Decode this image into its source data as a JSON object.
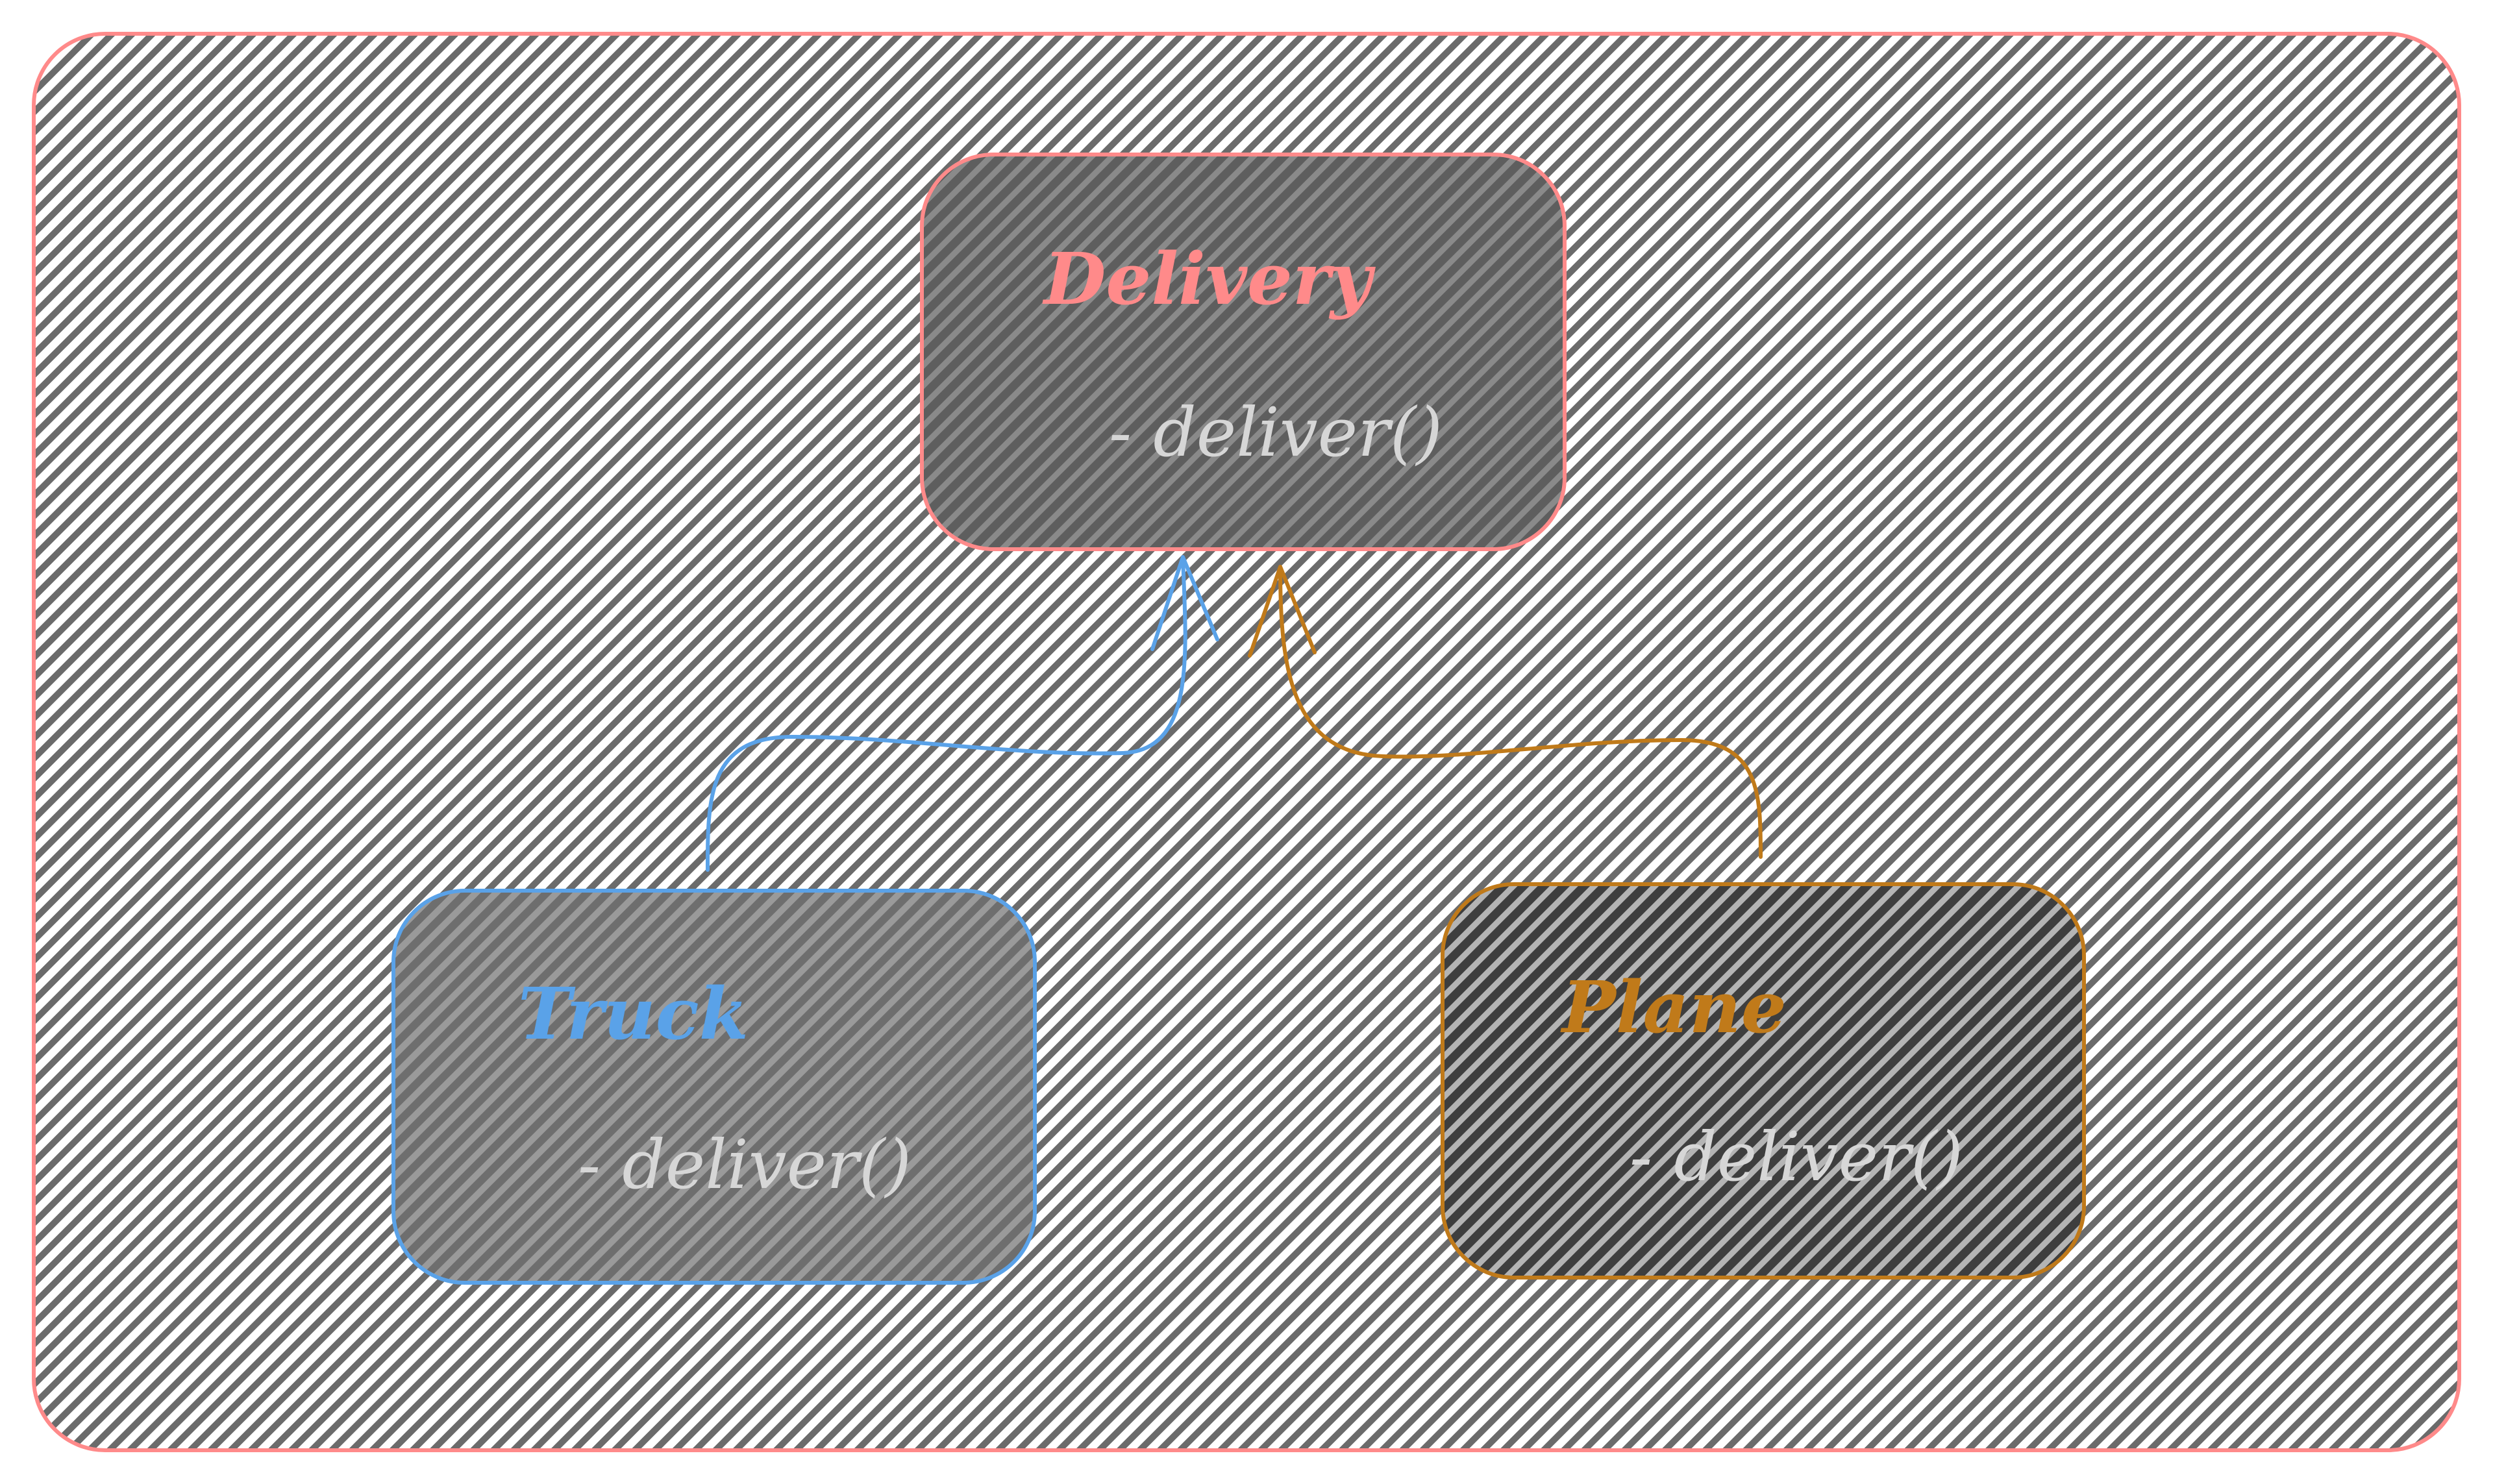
{
  "diagram": {
    "background_hatch_color": "#6b6b6b",
    "container_border_color": "#ff8a8a",
    "delivery": {
      "title": "Delivery",
      "method": "- deliver()",
      "color": "#ff8a8a"
    },
    "truck": {
      "title": "Truck",
      "method": "- deliver()",
      "color": "#5aa2e8"
    },
    "plane": {
      "title": "Plane",
      "method": "- deliver()",
      "color": "#c07a1a"
    },
    "edges": [
      {
        "from": "truck",
        "to": "delivery",
        "kind": "inheritance-arrow",
        "color": "#5aa2e8"
      },
      {
        "from": "plane",
        "to": "delivery",
        "kind": "inheritance-arrow",
        "color": "#c07a1a"
      }
    ]
  }
}
